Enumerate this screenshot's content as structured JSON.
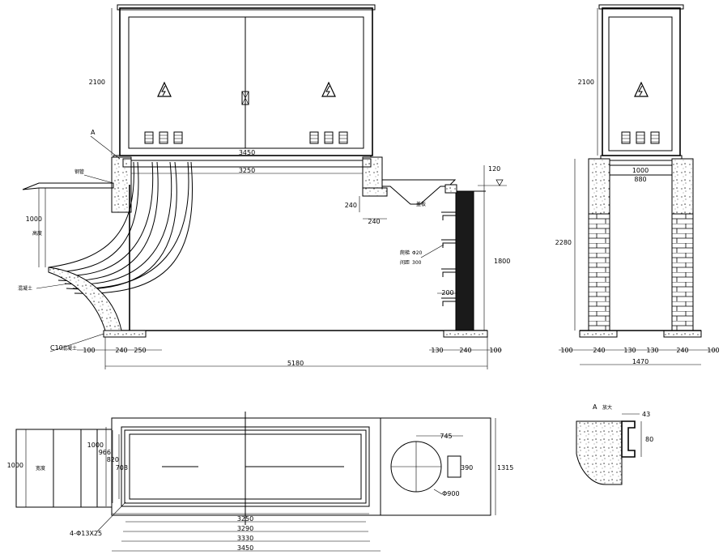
{
  "front_view": {
    "dim_height_cabinet": "2100",
    "dim_width_top": "3450",
    "dim_width_inner": "3250",
    "dim_total": "5180",
    "dim_120": "120",
    "dim_240_v": "240",
    "dim_240_h": "240",
    "dim_1000": "1000",
    "dim_1800": "1800",
    "dim_200": "200",
    "dim_bottom_left": [
      "100",
      "240",
      "250"
    ],
    "dim_bottom_right": [
      "130",
      "240",
      "100"
    ],
    "label_A": "A",
    "label_steel": "钢管",
    "label_concrete": "混凝土",
    "label_c10": "C10",
    "label_c10_suffix": "混凝土",
    "label_cover": "盖板",
    "label_ladder": "爬梯",
    "label_ladder_dim": "Φ20",
    "label_spacing": "间距",
    "label_spacing_dim": "300",
    "label_height_text": "高度"
  },
  "side_view": {
    "dim_height_cabinet": "2100",
    "dim_1000": "1000",
    "dim_880": "880",
    "dim_2280": "2280",
    "dim_bottom": [
      "100",
      "240",
      "130",
      "130",
      "240",
      "100"
    ],
    "dim_total": "1470"
  },
  "plan_view": {
    "dim_1000": "1000",
    "dim_966": "966",
    "dim_820": "820",
    "dim_708": "708",
    "dim_745": "745",
    "dim_390": "390",
    "dim_1315": "1315",
    "dim_diam": "Φ900",
    "dim_holes": "4-Φ13X25",
    "dim_bottom": [
      "3250",
      "3290",
      "3330",
      "3450"
    ],
    "label_left": "1000",
    "label_left_text": "宽度"
  },
  "detail": {
    "title": "A",
    "title_suffix": "放大",
    "dim_43": "43",
    "dim_80": "80"
  }
}
